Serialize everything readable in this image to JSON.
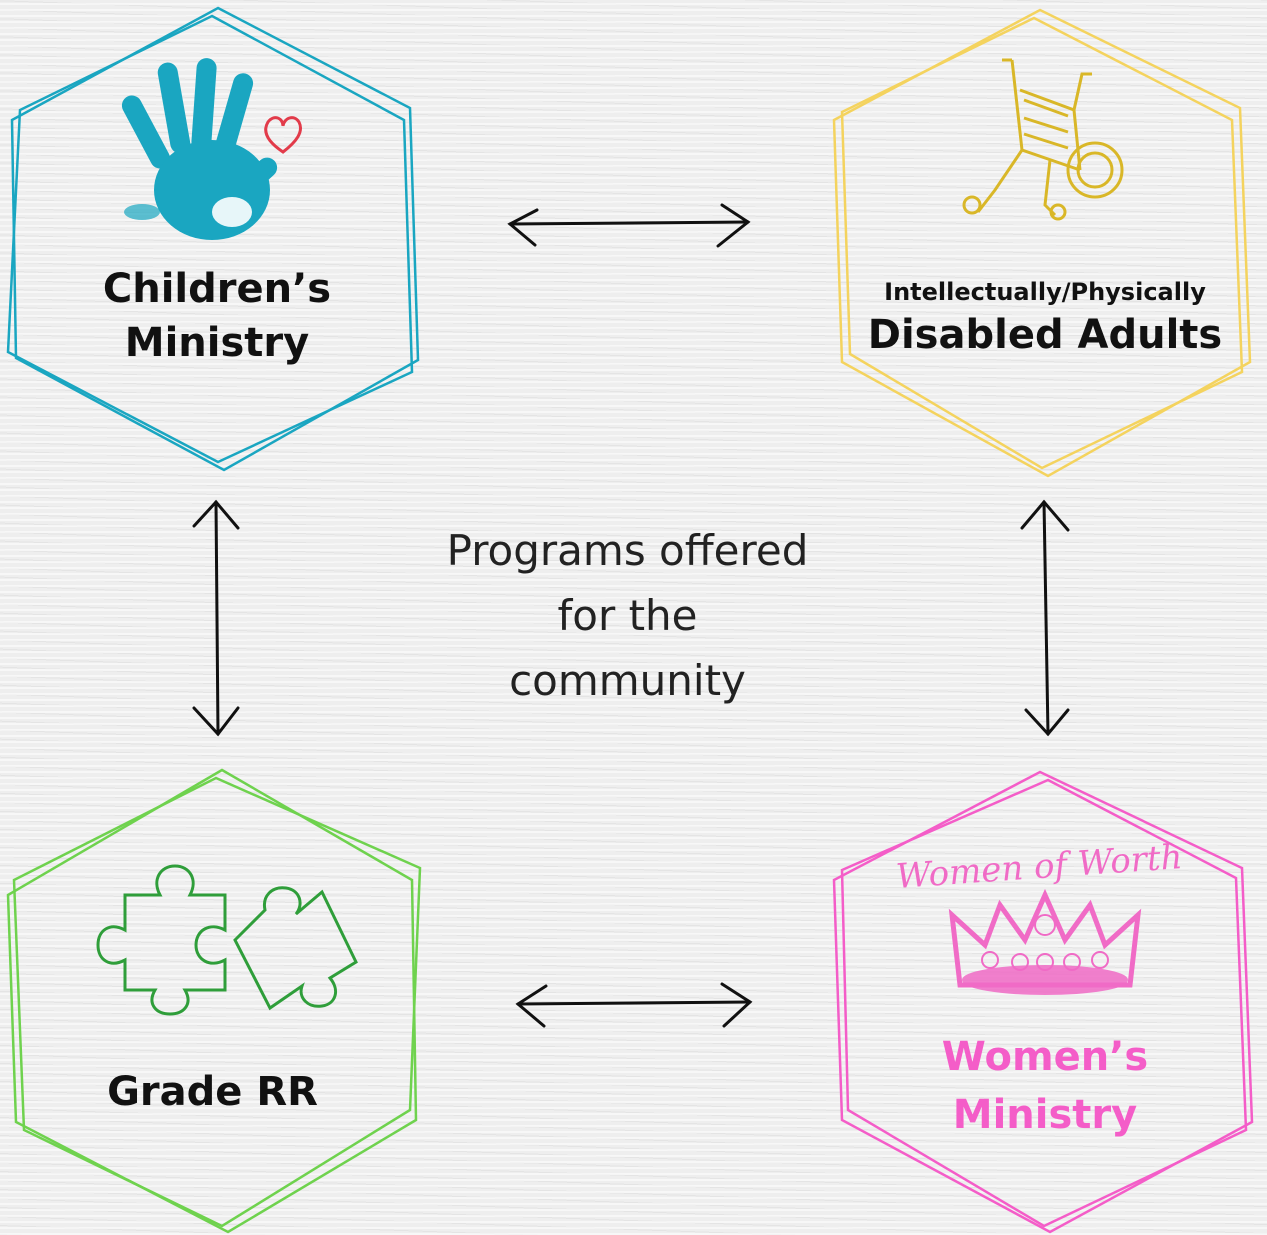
{
  "center": {
    "lines": [
      "Programs offered",
      "for the",
      "community"
    ]
  },
  "programs": {
    "children": {
      "lines": [
        "Children’s",
        "Ministry"
      ],
      "color": "#1aa6c1",
      "icon": "handprint-icon"
    },
    "disabled": {
      "lines": [
        "Intellectually/Physically",
        "Disabled Adults"
      ],
      "color": "#f4d35e",
      "icon": "wheelchair-icon"
    },
    "grade": {
      "lines": [
        "Grade RR"
      ],
      "color": "#6fd24e",
      "icon": "puzzle-pieces-icon"
    },
    "women": {
      "lines": [
        "Women’s",
        "Ministry"
      ],
      "color": "#f45dc8",
      "icon": "crown-icon",
      "logo_text": "Women of Worth"
    }
  },
  "heart_color": "#e23b4a",
  "connections": [
    {
      "from": "children",
      "to": "disabled",
      "style": "double-arrow"
    },
    {
      "from": "children",
      "to": "grade",
      "style": "double-arrow"
    },
    {
      "from": "disabled",
      "to": "women",
      "style": "double-arrow"
    },
    {
      "from": "grade",
      "to": "women",
      "style": "double-arrow"
    }
  ]
}
